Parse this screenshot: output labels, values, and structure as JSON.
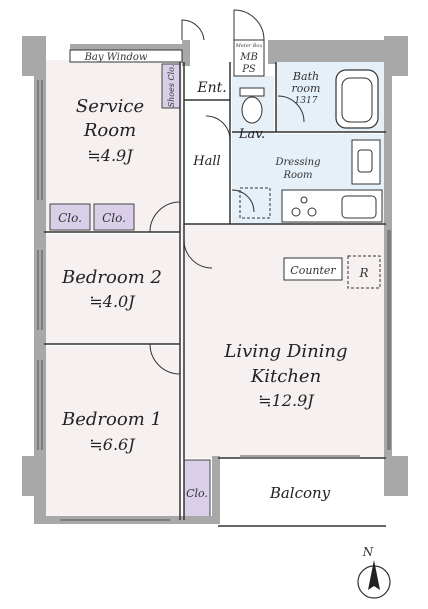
{
  "rooms": {
    "service_room_line1": "Service",
    "service_room_line2": "Room",
    "service_room_size": "≒4.9J",
    "bedroom2": "Bedroom 2",
    "bedroom2_size": "≒4.0J",
    "bedroom1": "Bedroom 1",
    "bedroom1_size": "≒6.6J",
    "ldk_line1": "Living Dining",
    "ldk_line2": "Kitchen",
    "ldk_size": "≒12.9J",
    "bath_line1": "Bath",
    "bath_line2": "room",
    "bath_size": "1317",
    "dressing_line1": "Dressing",
    "dressing_line2": "Room",
    "hall": "Hall",
    "entrance": "Ent.",
    "lavatory": "Lav.",
    "balcony": "Balcony",
    "bay_window": "Bay Window",
    "shoes_closet": "Shoes Clo.",
    "closet": "Clo.",
    "mb": "MB",
    "ps": "PS",
    "meter_box": "Meter Box",
    "counter": "Counter",
    "refrigerator": "R",
    "north": "N"
  },
  "colors": {
    "wall": "#a8a8a8",
    "room_fill": "#f7f0f0",
    "wet_fill": "#e6f0f8",
    "closet_fill": "#d9cfe8",
    "balcony_fill": "#ffffff",
    "line": "#333333"
  }
}
